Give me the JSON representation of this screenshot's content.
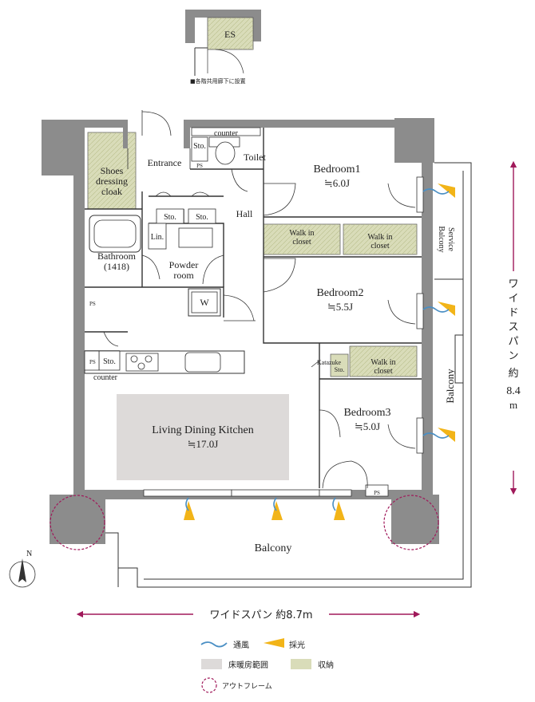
{
  "es": {
    "label": "ES",
    "note": "■各階共用廊下に設置"
  },
  "rooms": {
    "entrance": "Entrance",
    "toilet": "Toilet",
    "toilet_counter": "counter",
    "stor": "Sto.",
    "ps": "PS",
    "shoes_cloak": [
      "Shoes",
      "dressing",
      "cloak"
    ],
    "hall": "Hall",
    "lin": "Lin.",
    "bathroom": "Bathroom",
    "bathroom_size": "(1418)",
    "powder_room": [
      "Powder",
      "room"
    ],
    "washer": "W",
    "kitchen_counter": "counter",
    "ldk": "Living Dining Kitchen",
    "ldk_size": "≒17.0J",
    "bedroom1": "Bedroom1",
    "bedroom1_size": "≒6.0J",
    "bedroom2": "Bedroom2",
    "bedroom2_size": "≒5.5J",
    "bedroom3": "Bedroom3",
    "bedroom3_size": "≒5.0J",
    "walkin": [
      "Walk in",
      "closet"
    ],
    "katazuke": [
      "Katazuke",
      "Sto."
    ],
    "service_balcony": [
      "Service",
      "Balcony"
    ],
    "balcony_side": "Balcony",
    "balcony_main": "Balcony"
  },
  "compass": "N",
  "dimensions": {
    "width_label": "ワイドスパン 約8.7m",
    "height_label": [
      "ワ",
      "イ",
      "ド",
      "ス",
      "パ",
      "ン",
      "約",
      "8.4",
      "m"
    ]
  },
  "legend": {
    "ventilation": "通風",
    "lighting": "採光",
    "floor_heating": "床暖房範囲",
    "storage": "収納",
    "outframe": "アウトフレーム"
  },
  "colors": {
    "wall": "#8c8c8c",
    "storage": "#d9dcb9",
    "heating": "#dddad9",
    "accent": "#a0195a",
    "wind": "#4a8fc4",
    "light": "#f2b418"
  }
}
